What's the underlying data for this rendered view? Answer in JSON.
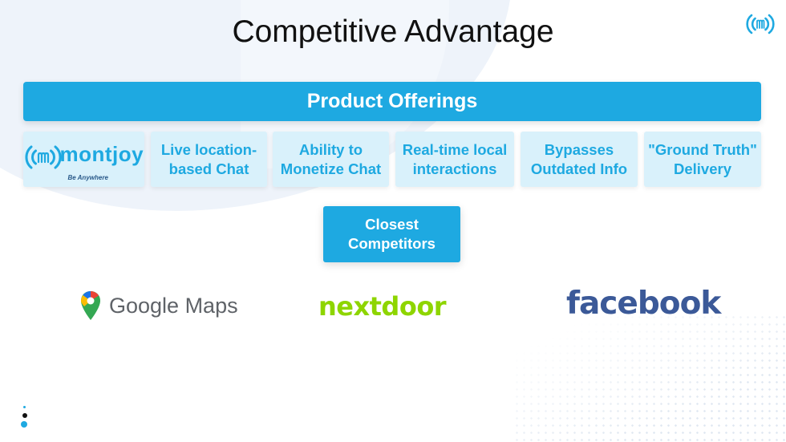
{
  "slide": {
    "title": "Competitive Advantage",
    "banner": "Product Offerings",
    "montjoy": {
      "name": "montjoy",
      "tagline": "Be Anywhere"
    },
    "offerings": [
      "Live location-\nbased Chat",
      "Ability to\nMonetize Chat",
      "Real-time local\ninteractions",
      "Bypasses\nOutdated Info",
      "\"Ground Truth\"\nDelivery"
    ],
    "competitors_label": "Closest\nCompetitors",
    "competitors": [
      "Google Maps",
      "nextdoor",
      "facebook"
    ]
  },
  "colors": {
    "accent": "#1ea9e1",
    "tile_bg": "#d9f1fb",
    "nextdoor_green": "#8ed500",
    "facebook_blue": "#3b5998",
    "google_gray": "#5f6368"
  },
  "icons": [
    "montjoy-broadcast-icon",
    "google-maps-pin-icon"
  ]
}
